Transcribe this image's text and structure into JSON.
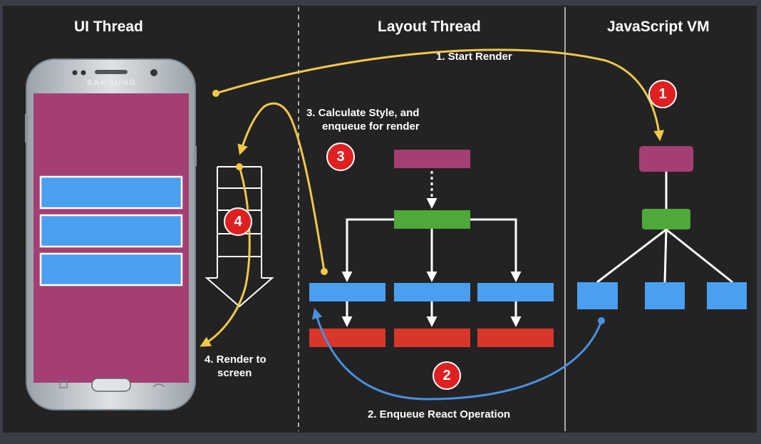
{
  "columns": {
    "ui_thread": "UI Thread",
    "layout_thread": "Layout Thread",
    "javascript_vm": "JavaScript VM"
  },
  "device": {
    "brand": "SAMSUNG"
  },
  "steps": [
    {
      "number": "1",
      "label": "1. Start Render"
    },
    {
      "number": "2",
      "label": "2. Enqueue React Operation"
    },
    {
      "number": "3",
      "label": "3. Calculate Style, and enqueue for render"
    },
    {
      "number": "4",
      "label": "4. Render to screen"
    }
  ],
  "step3_lines": [
    "3. Calculate Style, and",
    "enqueue for render"
  ],
  "step4_lines": [
    "4. Render to",
    "screen"
  ],
  "colors": {
    "background": "#232323",
    "frame": "#3a3d45",
    "screen": "#a43f74",
    "blue_node": "#4a9ff0",
    "green_node": "#4fa83a",
    "magenta_node": "#a43f74",
    "red_node": "#d9362b",
    "yellow_arrow": "#f0c84a",
    "blue_arrow": "#4a90e0",
    "badge": "#e02020"
  }
}
